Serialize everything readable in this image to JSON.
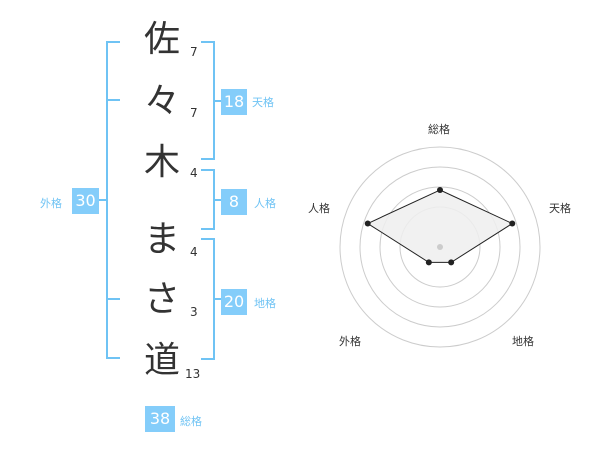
{
  "characters": [
    {
      "char": "佐",
      "strokes": "7"
    },
    {
      "char": "々",
      "strokes": "7"
    },
    {
      "char": "木",
      "strokes": "4"
    },
    {
      "char": "ま",
      "strokes": "4"
    },
    {
      "char": "さ",
      "strokes": "3"
    },
    {
      "char": "道",
      "strokes": "13"
    }
  ],
  "scores": {
    "tenkaku": {
      "label": "天格",
      "value": "18"
    },
    "jinkaku": {
      "label": "人格",
      "value": "8"
    },
    "chikaku": {
      "label": "地格",
      "value": "20"
    },
    "gaikaku": {
      "label": "外格",
      "value": "30"
    },
    "soukaku": {
      "label": "総格",
      "value": "38"
    }
  },
  "radar": {
    "axes": [
      "総格",
      "天格",
      "地格",
      "外格",
      "人格"
    ],
    "levels": 4,
    "values": [
      3,
      4,
      1,
      1,
      4
    ],
    "max": 5,
    "line_color": "#222222",
    "fill_color": "#eeeeee",
    "grid_color": "#cccccc"
  },
  "colors": {
    "accent": "#84cdfa",
    "accent_line": "#6fc3f4",
    "text": "#333333"
  }
}
